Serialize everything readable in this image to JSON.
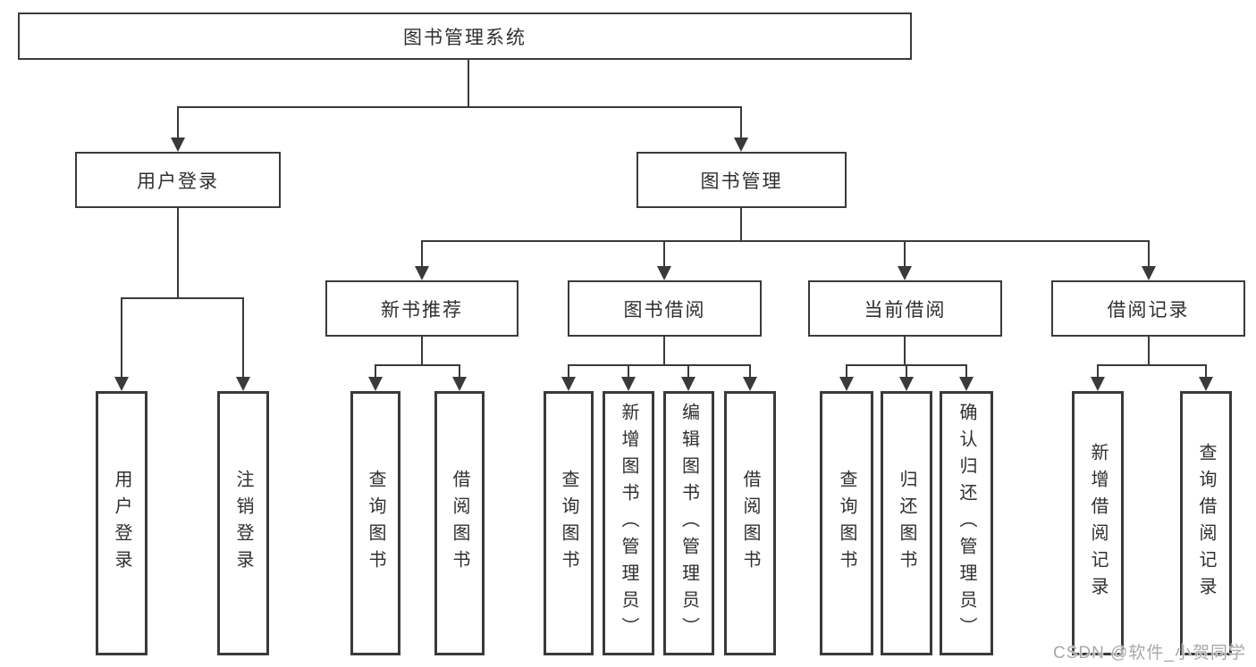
{
  "diagram": {
    "root": "图书管理系统",
    "level2": {
      "user_login": "用户登录",
      "book_management": "图书管理"
    },
    "level3": {
      "new_book_recommend": "新书推荐",
      "book_borrow": "图书借阅",
      "current_borrow": "当前借阅",
      "borrow_record": "借阅记录"
    },
    "leaves": {
      "user_login": "用户登录",
      "logout": "注销登录",
      "nb_query_book": "查询图书",
      "nb_borrow_book": "借阅图书",
      "bb_query_book": "查询图书",
      "bb_add_book": "新增图书（管理员）",
      "bb_edit_book": "编辑图书（管理员）",
      "bb_borrow_book": "借阅图书",
      "cb_query_book": "查询图书",
      "cb_return_book": "归还图书",
      "cb_confirm_return": "确认归还（管理员）",
      "br_add_record": "新增借阅记录",
      "br_query_record": "查询借阅记录"
    }
  },
  "watermark": "CSDN @软件_小贺同学",
  "colors": {
    "line": "#3a3a3a",
    "box_border": "#3a3a3a",
    "text": "#2f2f2f",
    "background": "#ffffff",
    "watermark": "#a8a8a8"
  }
}
